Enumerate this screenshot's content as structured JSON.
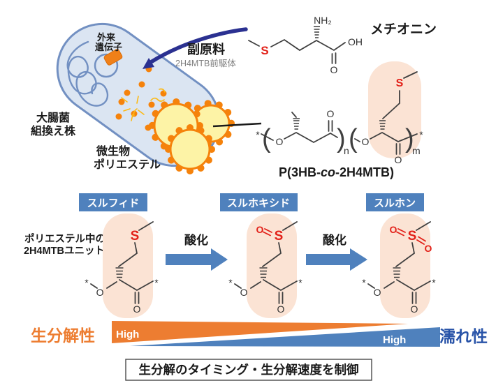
{
  "colors": {
    "accent_blue": "#4f81bd",
    "navy_arrow": "#2b3191",
    "orange": "#ed7d31",
    "dot_orange": "#f5820b",
    "granule_yellow": "#fdf3a6",
    "cell_fill": "#dbe5f2",
    "cell_stroke": "#7290c2",
    "highlight_peach": "#fbe3d4",
    "atom_red": "#e22018",
    "wet_blue": "#2853a8",
    "gene_orange": "#f08019",
    "squiggle_yellow": "#fdb913"
  },
  "atoms": {
    "s": "S",
    "o": "O",
    "oh": "OH",
    "nh2": "NH₂",
    "star": "*",
    "sub_n": "n",
    "sub_m": "m",
    "paren_open": "(",
    "paren_close": ")"
  },
  "cell": {
    "foreign_gene_line1": "外来",
    "foreign_gene_line2": "遺伝子",
    "strain_line1": "大腸菌",
    "strain_line2": "組換え株",
    "polyester_line1": "微生物",
    "polyester_line2": "ポリエステル"
  },
  "feed": {
    "label": "副原料",
    "sublabel": "2H4MTB前駆体"
  },
  "methionine": {
    "label": "メチオニン"
  },
  "polymer": {
    "label_prefix": "P(3HB-",
    "label_co": "co",
    "label_suffix": "-2H4MTB)"
  },
  "oxidation": {
    "sulfide": "スルフィド",
    "sulfoxide": "スルホキシド",
    "sulfone": "スルホン",
    "caption_line1": "ポリエステル中の",
    "caption_line2": "2H4MTBユニット",
    "arrow_label": "酸化"
  },
  "scales": {
    "left_label": "生分解性",
    "right_label": "濡れ性",
    "left_high": "High",
    "right_high": "High"
  },
  "conclusion": {
    "label": "生分解のタイミング・生分解速度を制御"
  }
}
